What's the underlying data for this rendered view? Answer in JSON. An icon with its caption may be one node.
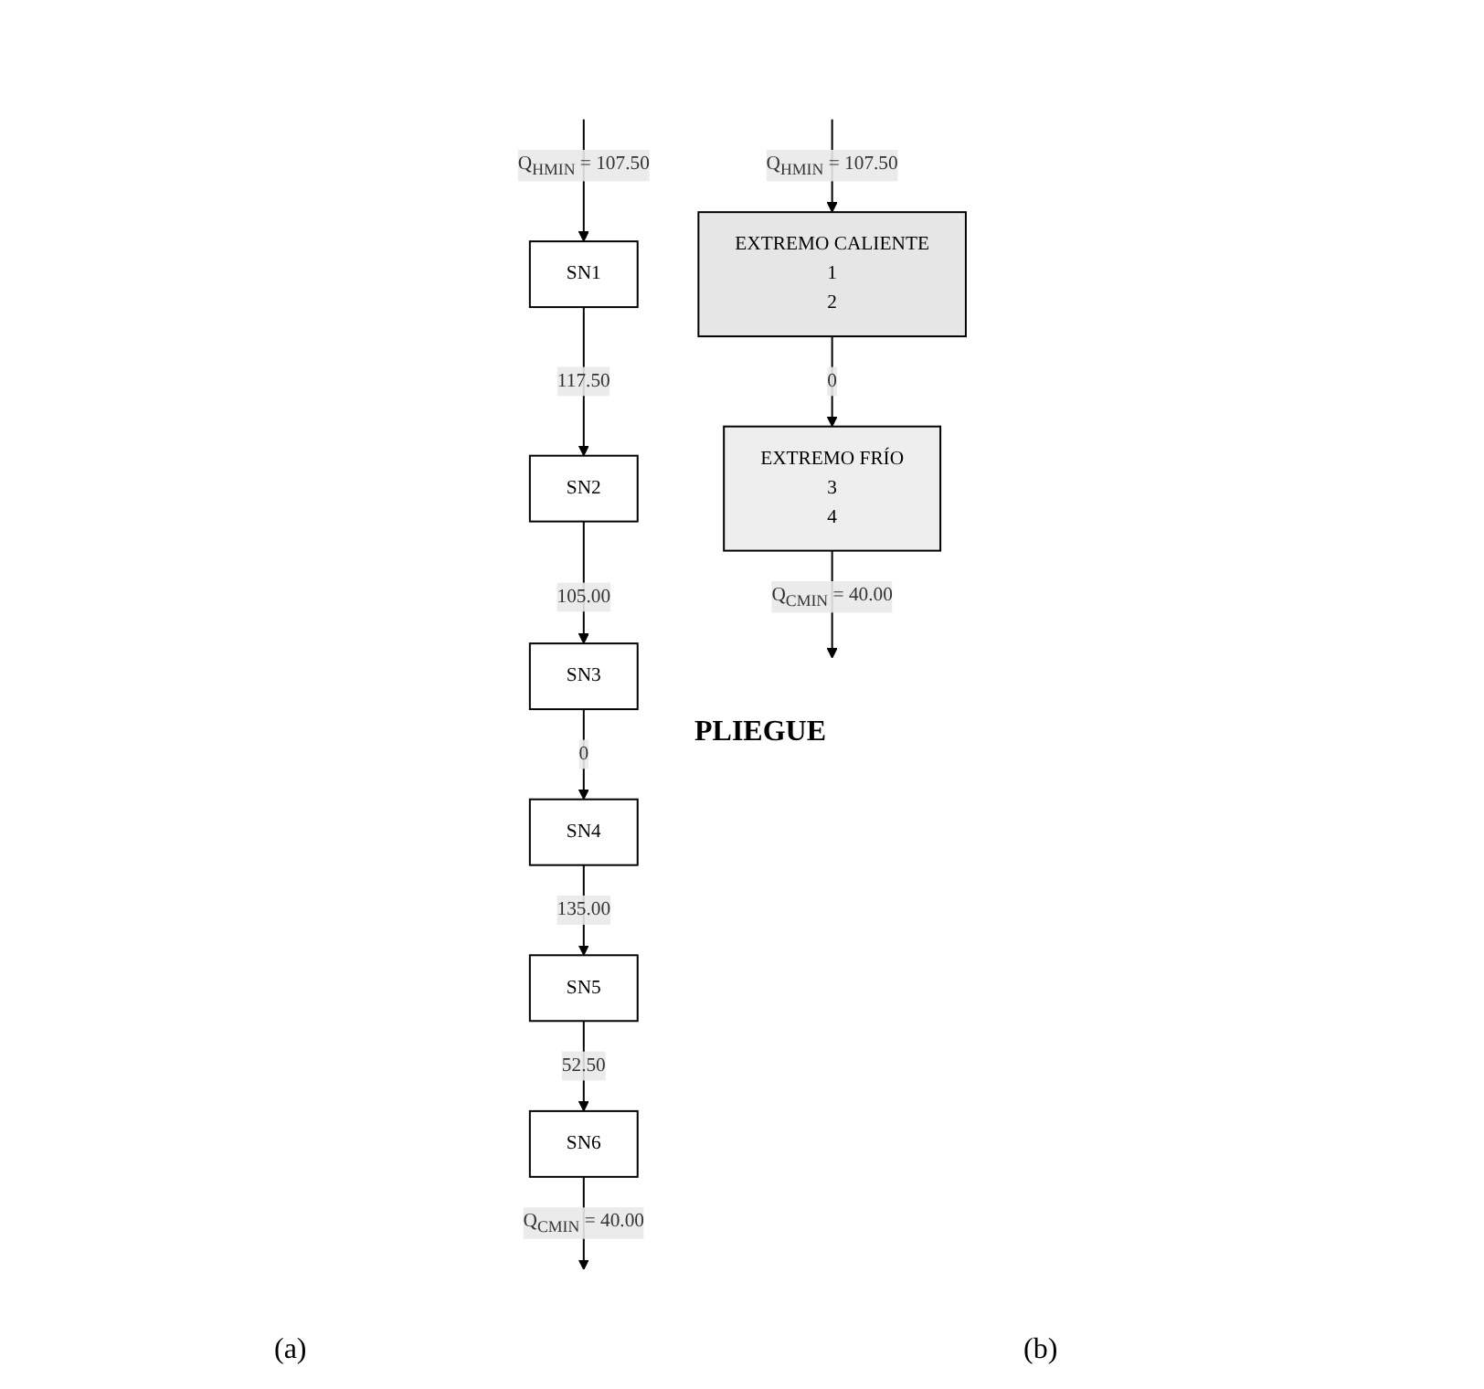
{
  "diagram": {
    "nodes": [
      {
        "text": [
          "SN1"
        ]
      },
      {
        "text": [
          "SN2"
        ]
      },
      {
        "text": [
          "SN3"
        ]
      },
      {
        "text": [
          "SN4"
        ]
      },
      {
        "text": [
          "SN5"
        ]
      },
      {
        "text": [
          "SN6"
        ]
      },
      {
        "text": [
          "EXTREMO CALIENTE",
          "1",
          "2"
        ]
      },
      {
        "text": [
          "EXTREMO FRÍO",
          "3",
          "4"
        ]
      }
    ],
    "edges": [
      {
        "from": null,
        "to": 0,
        "arrow": "to",
        "label": "Q$_{HMIN}$ = 107.50"
      },
      {
        "from": 0,
        "to": 1,
        "arrow": "to",
        "label": "117.50"
      },
      {
        "from": 1,
        "to": 2,
        "arrow": "to",
        "label": "105.00"
      },
      {
        "from": 2,
        "to": 3,
        "arrow": "to",
        "label": "0"
      },
      {
        "from": 3,
        "to": 4,
        "arrow": "to",
        "label": "135.00"
      },
      {
        "from": 4,
        "to": 5,
        "arrow": "to",
        "label": "52.50"
      },
      {
        "from": 5,
        "to": null,
        "arrow": "to",
        "label": "Q$_{CMIN}$ = 40.00"
      },
      {
        "from": null,
        "to": 6,
        "arrow": "to",
        "label": "Q$_{HMIN}$ = 107.50"
      },
      {
        "from": 6,
        "to": 7,
        "arrow": "to",
        "label": "0"
      },
      {
        "from": 7,
        "to": null,
        "arrow": "to",
        "label": "Q$_{CMIN}$ = 40.00"
      }
    ],
    "labels": [
      "PLIEGUE",
      "(a)",
      "(b)"
    ]
  }
}
